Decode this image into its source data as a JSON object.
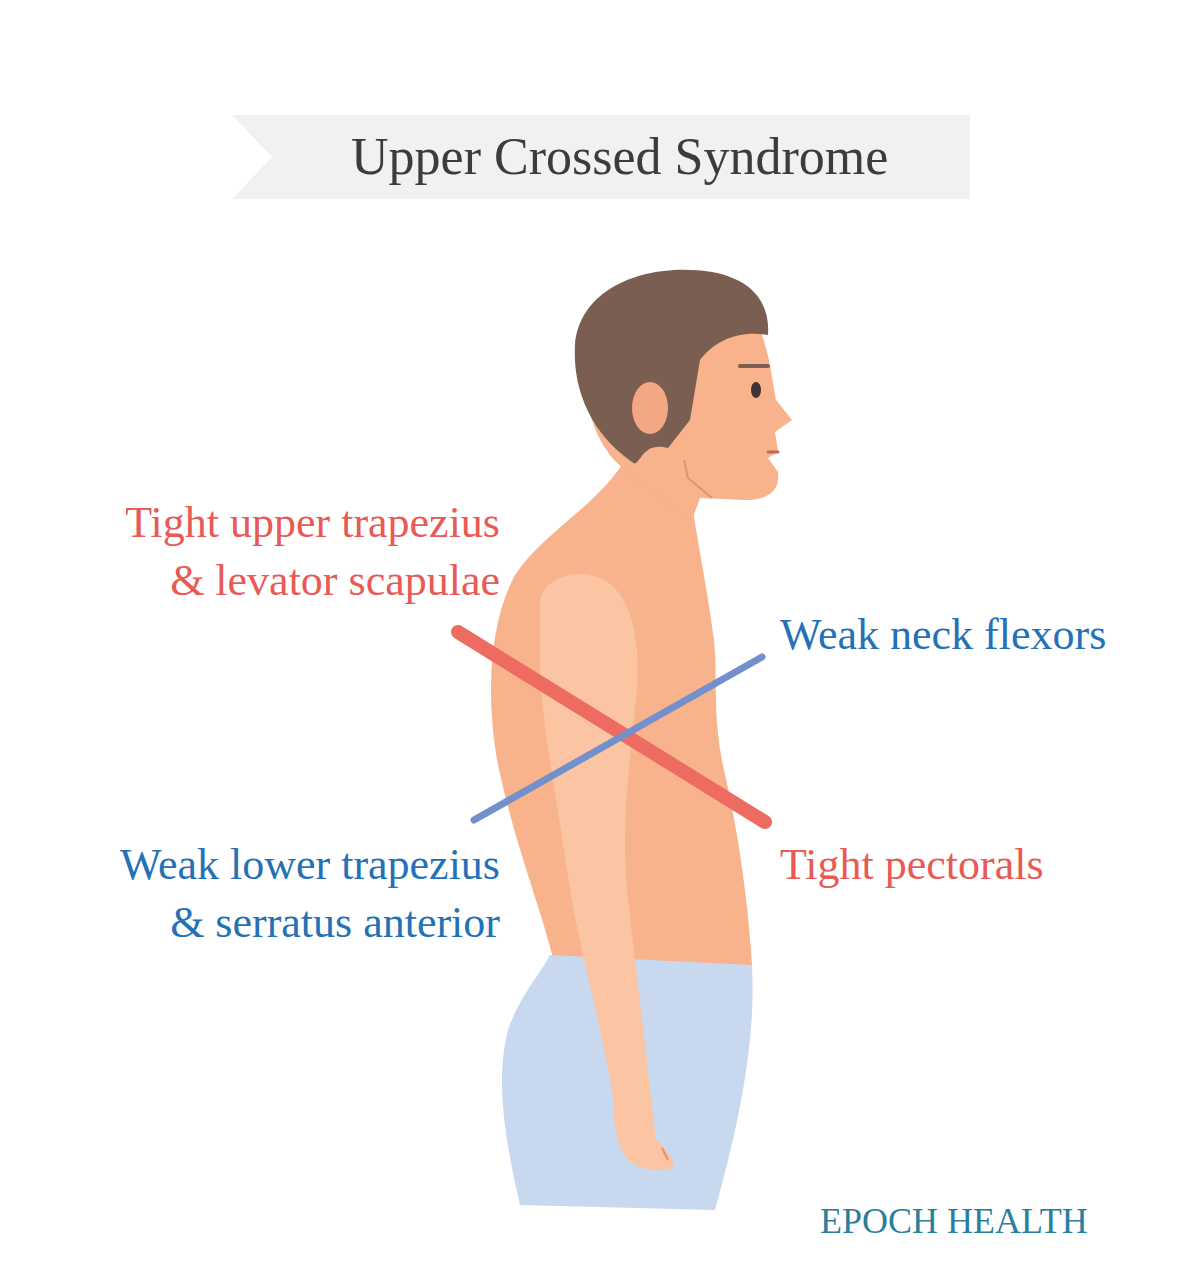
{
  "diagram": {
    "title": "Upper Crossed Syndrome",
    "labels": [
      "Tight upper trapezius & levator scapulae",
      "Weak neck flexors",
      "Weak lower trapezius & serratus anterior",
      "Tight pectorals",
      "EPOCH HEALTH"
    ]
  }
}
